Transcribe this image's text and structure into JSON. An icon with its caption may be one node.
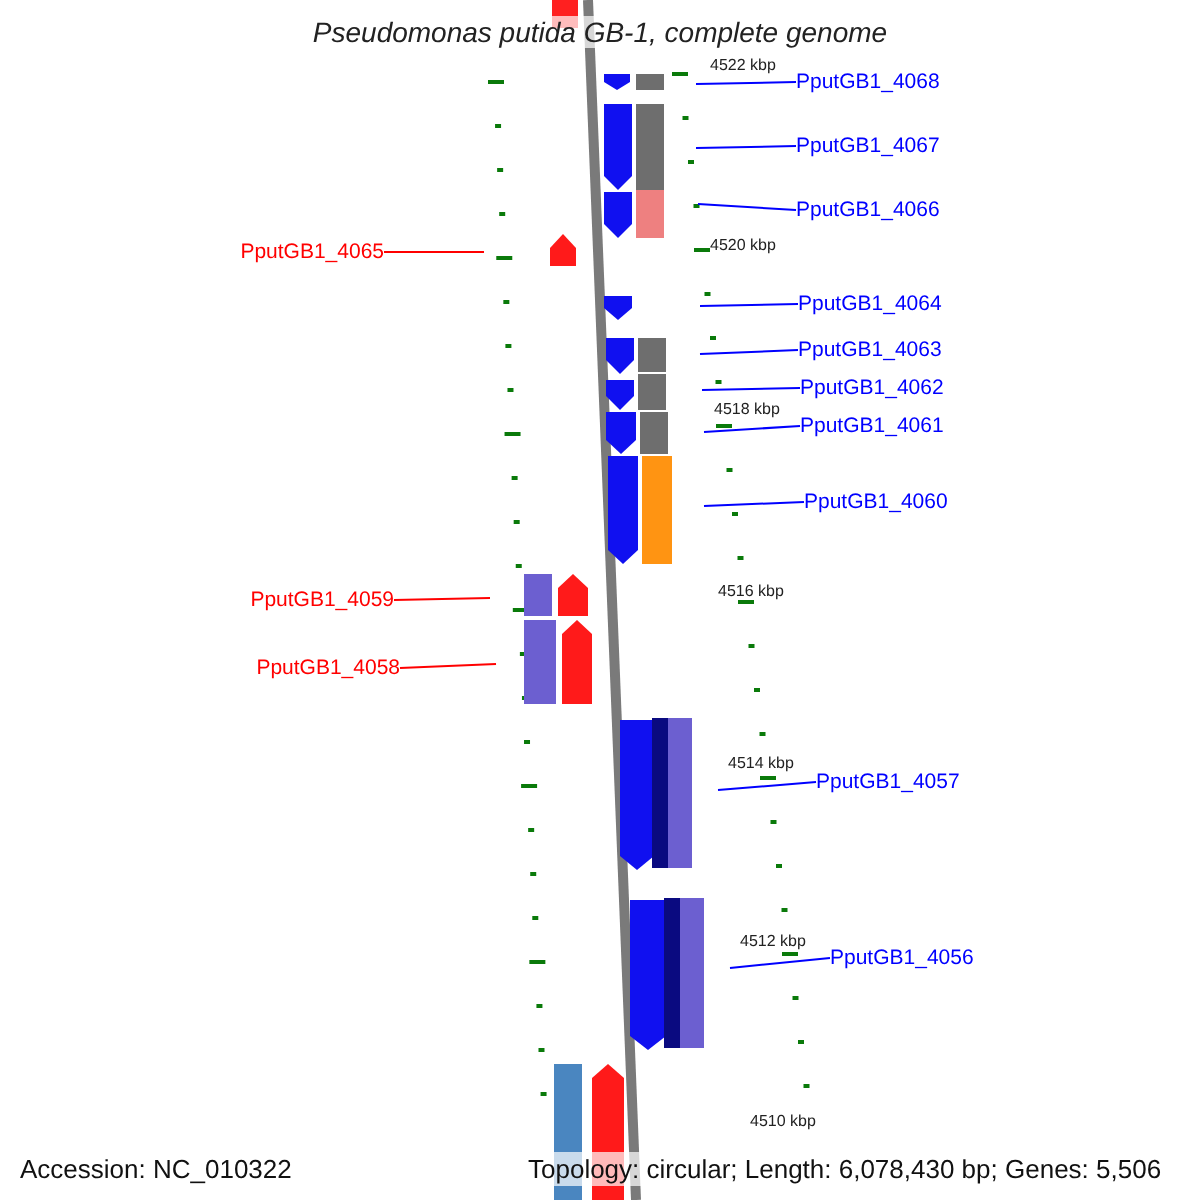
{
  "diagram": {
    "title": "Pseudomonas putida GB-1, complete genome",
    "nodes": [
      {
        "text": [
          "PputGB1_4068"
        ]
      },
      {
        "text": [
          "PputGB1_4067"
        ]
      },
      {
        "text": [
          "PputGB1_4066"
        ]
      },
      {
        "text": [
          "PputGB1_4065"
        ]
      },
      {
        "text": [
          "PputGB1_4064"
        ]
      },
      {
        "text": [
          "PputGB1_4063"
        ]
      },
      {
        "text": [
          "PputGB1_4062"
        ]
      },
      {
        "text": [
          "PputGB1_4061"
        ]
      },
      {
        "text": [
          "PputGB1_4060"
        ]
      },
      {
        "text": [
          "PputGB1_4059"
        ]
      },
      {
        "text": [
          "PputGB1_4058"
        ]
      },
      {
        "text": [
          "PputGB1_4057"
        ]
      },
      {
        "text": [
          "PputGB1_4056"
        ]
      }
    ],
    "edges": [
      {
        "from": 0,
        "to": null,
        "arrow": "none"
      },
      {
        "from": 1,
        "to": null,
        "arrow": "none"
      },
      {
        "from": 2,
        "to": null,
        "arrow": "none"
      },
      {
        "from": 3,
        "to": null,
        "arrow": "none",
        "color": "#ff0000"
      },
      {
        "from": 4,
        "to": null,
        "arrow": "none"
      },
      {
        "from": 5,
        "to": null,
        "arrow": "none"
      },
      {
        "from": 6,
        "to": null,
        "arrow": "none"
      },
      {
        "from": 7,
        "to": null,
        "arrow": "none"
      },
      {
        "from": 8,
        "to": null,
        "arrow": "none"
      },
      {
        "from": 9,
        "to": null,
        "arrow": "none",
        "color": "#ff0000"
      },
      {
        "from": 10,
        "to": null,
        "arrow": "none",
        "color": "#ff0000"
      },
      {
        "from": 11,
        "to": null,
        "arrow": "none"
      },
      {
        "from": 12,
        "to": null,
        "arrow": "none"
      }
    ],
    "labels": [
      "4522 kbp",
      "4520 kbp",
      "4518 kbp",
      "4516 kbp",
      "4514 kbp",
      "4512 kbp",
      "4510 kbp",
      "Accession: NC_010322",
      "Topology: circular; Length: 6,078,430 bp; Genes: 5,506"
    ]
  }
}
